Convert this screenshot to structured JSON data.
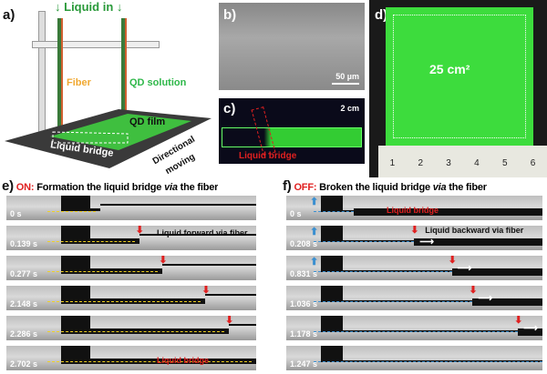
{
  "panel_a": {
    "label": "a)",
    "liquid_in": "Liquid in",
    "fiber": "Fiber",
    "qd_solution": "QD solution",
    "qd_film": "QD film",
    "liquid_bridge": "Liquid bridge",
    "directional": "Directional",
    "moving": "moving"
  },
  "panel_b": {
    "label": "b)",
    "scale": "50 µm"
  },
  "panel_c": {
    "label": "c)",
    "scale": "2 cm",
    "liquid_bridge": "Liquid bridge"
  },
  "panel_d": {
    "label": "d)",
    "area": "25 cm²",
    "ruler": [
      "1",
      "2",
      "3",
      "4",
      "5",
      "6"
    ]
  },
  "panel_e": {
    "label": "e)",
    "state": "ON:",
    "title": "Formation the liquid bridge ",
    "via": "via",
    "title_end": " the fiber",
    "frames": [
      {
        "time": "0 s",
        "front": 0.2
      },
      {
        "time": "0.139 s",
        "front": 0.4,
        "note": "Liquid forward via fiber"
      },
      {
        "time": "0.277 s",
        "front": 0.52
      },
      {
        "time": "2.148 s",
        "front": 0.74
      },
      {
        "time": "2.286 s",
        "front": 0.86
      },
      {
        "time": "2.702 s",
        "front": 1.0,
        "note": "Liquid bridge"
      }
    ]
  },
  "panel_f": {
    "label": "f)",
    "state": "OFF:",
    "title": "Broken the liquid bridge ",
    "via": "via",
    "title_end": " the fiber",
    "frames": [
      {
        "time": "0 s",
        "front": 0.0,
        "note": "Liquid bridge"
      },
      {
        "time": "0.208 s",
        "front": 0.32,
        "note": "Liquid backward via fiber"
      },
      {
        "time": "0.831 s",
        "front": 0.52
      },
      {
        "time": "1.036 s",
        "front": 0.63
      },
      {
        "time": "1.178 s",
        "front": 0.87
      },
      {
        "time": "1.247 s",
        "front": 1.0
      }
    ]
  },
  "colors": {
    "green": "#2fb84a",
    "red": "#e02020",
    "yellow": "#f0d020",
    "blue": "#3a8fd0",
    "orange": "#f0a830"
  }
}
